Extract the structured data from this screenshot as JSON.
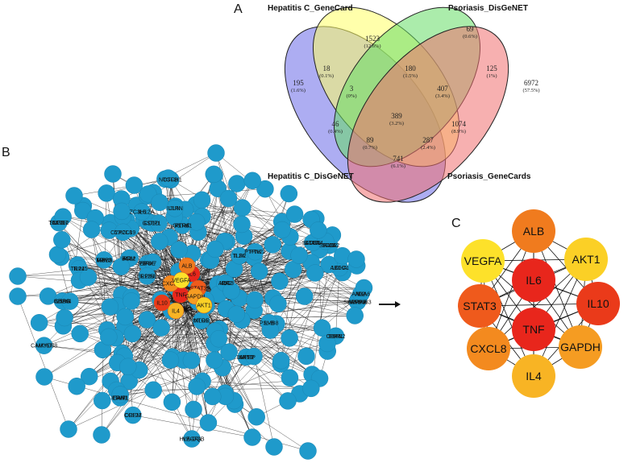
{
  "panels": {
    "a": "A",
    "b": "B",
    "c": "C"
  },
  "venn": {
    "sets": [
      {
        "label": "Hepatitis C_GeneCard",
        "color": "#ffff66"
      },
      {
        "label": "Psoriasis_DisGeNET",
        "color": "#66dd66"
      },
      {
        "label": "Hepatitis C_DisGeNET",
        "color": "#6a6ae8"
      },
      {
        "label": "Psoriasis_GeneCards",
        "color": "#f07070"
      }
    ],
    "regions": [
      {
        "count": "1523",
        "pct": "(12.6%)"
      },
      {
        "count": "69",
        "pct": "(0.6%)"
      },
      {
        "count": "18",
        "pct": "(0.1%)"
      },
      {
        "count": "180",
        "pct": "(1.5%)"
      },
      {
        "count": "125",
        "pct": "(1%)"
      },
      {
        "count": "195",
        "pct": "(1.6%)"
      },
      {
        "count": "3",
        "pct": "(0%)"
      },
      {
        "count": "407",
        "pct": "(3.4%)"
      },
      {
        "count": "6972",
        "pct": "(57.5%)"
      },
      {
        "count": "389",
        "pct": "(3.2%)"
      },
      {
        "count": "46",
        "pct": "(0.4%)"
      },
      {
        "count": "1074",
        "pct": "(8.9%)"
      },
      {
        "count": "89",
        "pct": "(0.7%)"
      },
      {
        "count": "287",
        "pct": "(2.4%)"
      },
      {
        "count": "741",
        "pct": "(6.1%)"
      }
    ]
  },
  "network": {
    "node_color": "#1f9acb",
    "labels": [
      "ERN1",
      "SPATA2",
      "LNPEP",
      "AOC3",
      "AGM",
      "MAVS",
      "EIF4E",
      "RARA",
      "AURKA",
      "CDKN2",
      "ADA",
      "PTRF",
      "IL5RA",
      "ACKR1",
      "ATG5",
      "TCF7L2",
      "PSMB8",
      "IL21",
      "MKI67",
      "NOTCH1",
      "LDHA",
      "PTH",
      "CREM",
      "CCL2",
      "IL12B",
      "CD1D",
      "TLR2",
      "NLR1",
      "JUN",
      "CXCL8",
      "IL6",
      "VEGFA",
      "TNF",
      "IL10",
      "AKT1",
      "IL4",
      "BCL2",
      "TRIB3",
      "HPSE",
      "EGFR",
      "MMP9",
      "ESR1",
      "IL2",
      "KLRC",
      "CD244",
      "CCR7",
      "STAT6",
      "SLP1R",
      "IL-B",
      "TRIM5",
      "CAMYD88",
      "TGFB",
      "ABCC1",
      "PTPN22",
      "CCL27",
      "CD4",
      "SERPINE1",
      "GSTP1",
      "IL24",
      "MTOR",
      "IL1RN",
      "CYP2C19",
      "ZC3H12A",
      "HLA-DQB",
      "ICAM1",
      "SOD2",
      "NR1I2",
      "IRF2",
      "PRL",
      "MBL2",
      "P2RX7",
      "CAV1",
      "SERPINB3",
      "BP4",
      "ANXA6",
      "GSTM1",
      "SHBG",
      "BMP6",
      "SLC6A4",
      "NGF"
    ],
    "hubs": [
      {
        "name": "IL6",
        "color": "#e8261c"
      },
      {
        "name": "TNF",
        "color": "#e8261c"
      },
      {
        "name": "IL10",
        "color": "#ea3a1a"
      },
      {
        "name": "STAT3",
        "color": "#ef5a1c"
      },
      {
        "name": "ALB",
        "color": "#f07b1e"
      },
      {
        "name": "CXCL8",
        "color": "#f38a1f"
      },
      {
        "name": "GAPDH",
        "color": "#f59c22"
      },
      {
        "name": "IL4",
        "color": "#f8b424"
      },
      {
        "name": "AKT1",
        "color": "#fbd026"
      },
      {
        "name": "VEGFA",
        "color": "#fde12a"
      }
    ]
  }
}
